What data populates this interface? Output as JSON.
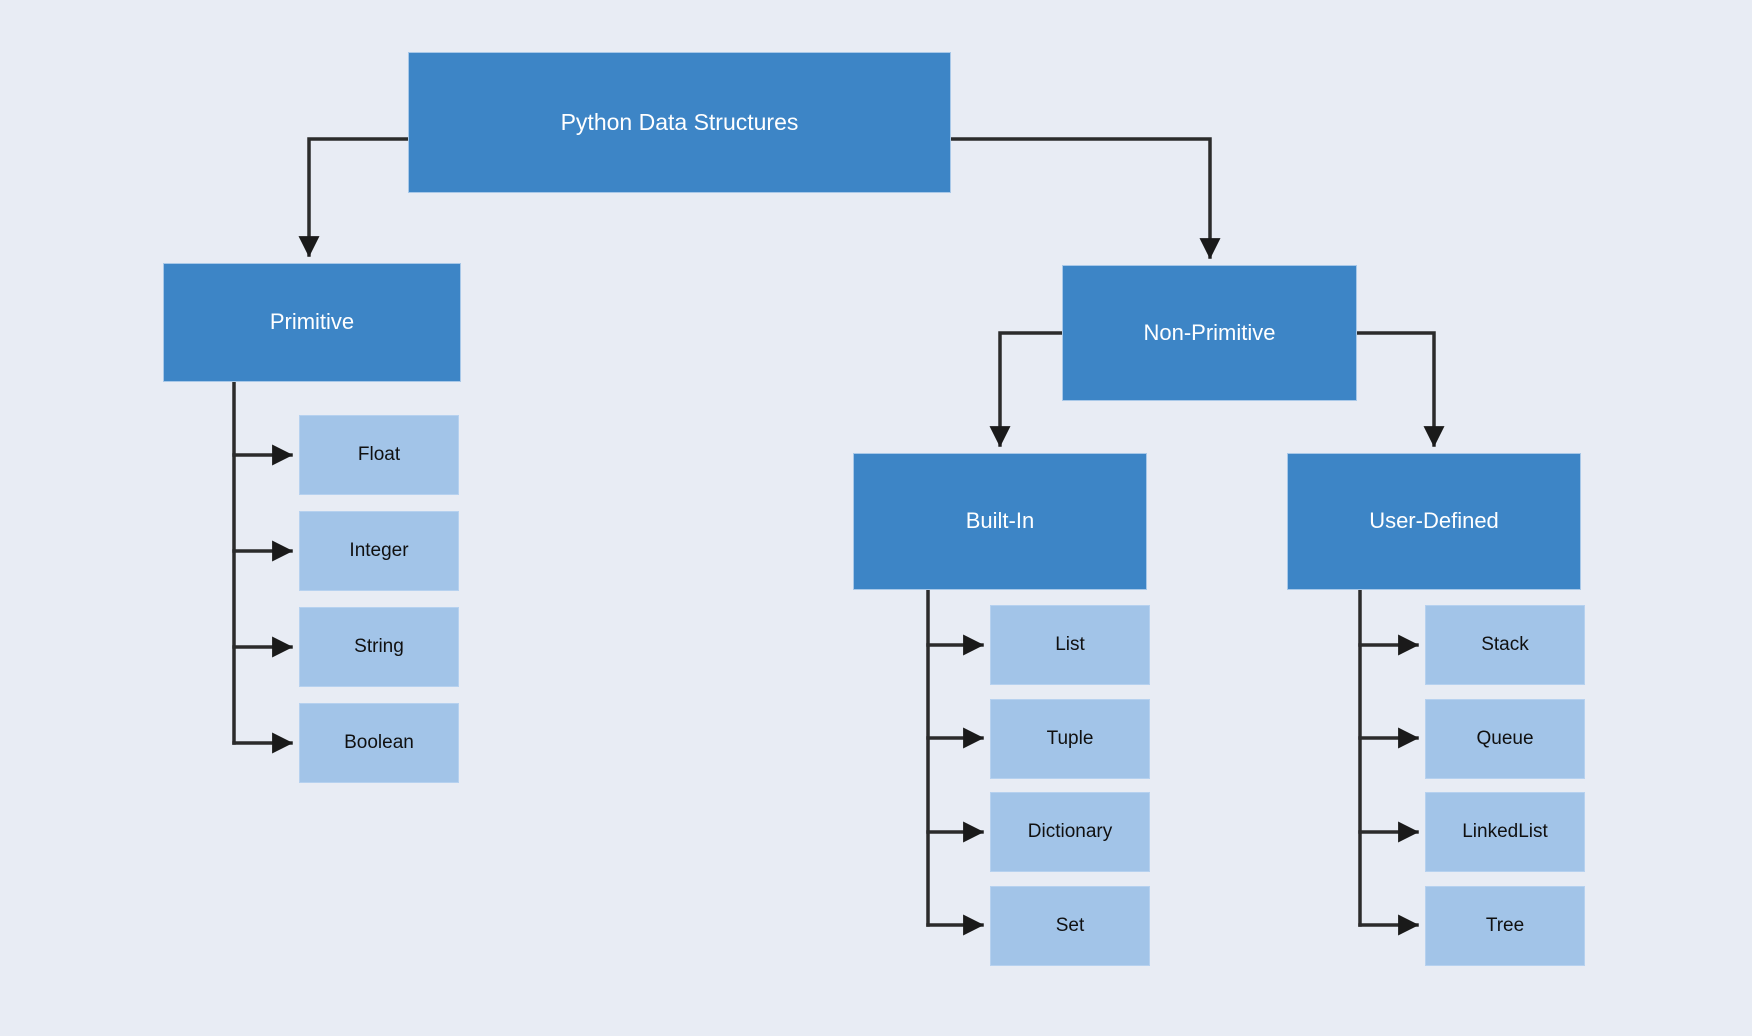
{
  "diagram": {
    "title": "Python Data Structures",
    "background_color": "#e8ecf4",
    "primary_color": "#3d85c6",
    "leaf_color": "#a2c4e8",
    "connector_color": "#333333",
    "primary_text_color": "#ffffff",
    "leaf_text_color": "#101010",
    "nodes": {
      "root": {
        "label": "Python Data Structures"
      },
      "primitive": {
        "label": "Primitive"
      },
      "non_primitive": {
        "label": "Non-Primitive"
      },
      "built_in": {
        "label": "Built-In"
      },
      "user_defined": {
        "label": "User-Defined"
      }
    },
    "primitive_children": [
      {
        "label": "Float"
      },
      {
        "label": "Integer"
      },
      {
        "label": "String"
      },
      {
        "label": "Boolean"
      }
    ],
    "built_in_children": [
      {
        "label": "List"
      },
      {
        "label": "Tuple"
      },
      {
        "label": "Dictionary"
      },
      {
        "label": "Set"
      }
    ],
    "user_defined_children": [
      {
        "label": "Stack"
      },
      {
        "label": "Queue"
      },
      {
        "label": "LinkedList"
      },
      {
        "label": "Tree"
      }
    ]
  }
}
